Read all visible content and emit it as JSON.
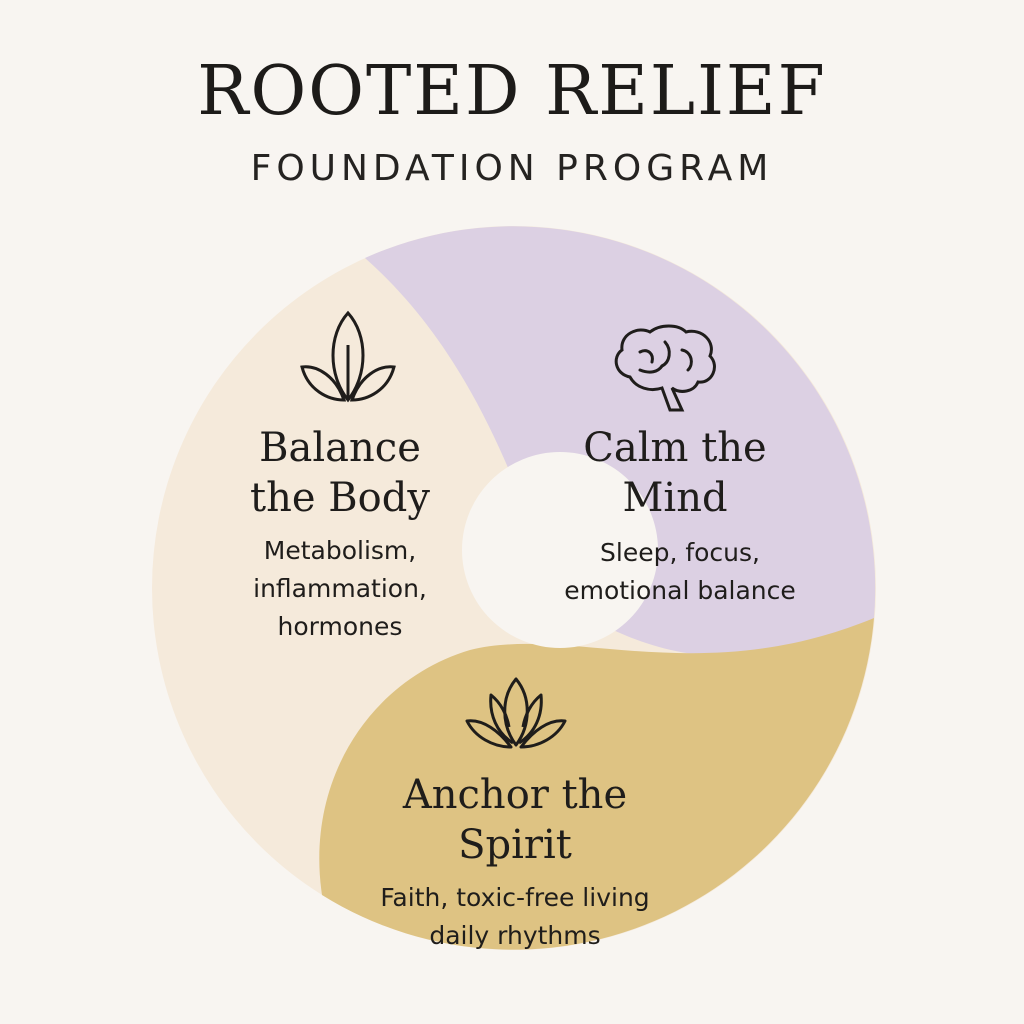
{
  "header": {
    "title": "ROOTED RELIEF",
    "subtitle": "FOUNDATION PROGRAM"
  },
  "colors": {
    "body": "#f5eadb",
    "mind": "#dcd0e3",
    "spirit": "#dec383",
    "background": "#f8f5f1"
  },
  "segments": {
    "body": {
      "icon": "leaf-icon",
      "title_line1": "Balance",
      "title_line2": "the Body",
      "desc_line1": "Metabolism,",
      "desc_line2": "inflammation,",
      "desc_line3": "hormones"
    },
    "mind": {
      "icon": "brain-icon",
      "title_line1": "Calm the",
      "title_line2": "Mind",
      "desc_line1": "Sleep, focus,",
      "desc_line2": "emotional balance"
    },
    "spirit": {
      "icon": "lotus-icon",
      "title_line1": "Anchor the",
      "title_line2": "Spirit",
      "desc_line1": "Faith, toxic-free living",
      "desc_line2": "daily rhythms"
    }
  }
}
